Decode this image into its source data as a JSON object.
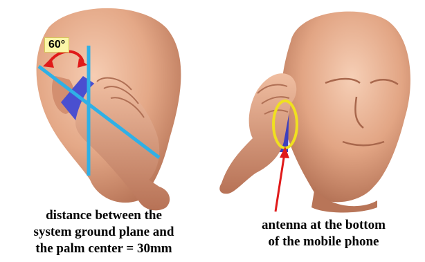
{
  "angle_label": "60°",
  "caption_left": [
    "distance between the",
    "system ground plane and",
    "the palm center = 30mm"
  ],
  "caption_right": [
    "antenna at the bottom",
    "of the mobile phone"
  ],
  "colors": {
    "skin": "#e7ae8e",
    "skin_shadow": "#b8755a",
    "phone": "#4a4fd0",
    "axis_lines": "#2fb0e6",
    "angle_arc": "#e01a1a",
    "antenna_ring": "#f0e020",
    "pointer_arrow": "#e01a1a",
    "label_background": "#fbf6a8"
  }
}
